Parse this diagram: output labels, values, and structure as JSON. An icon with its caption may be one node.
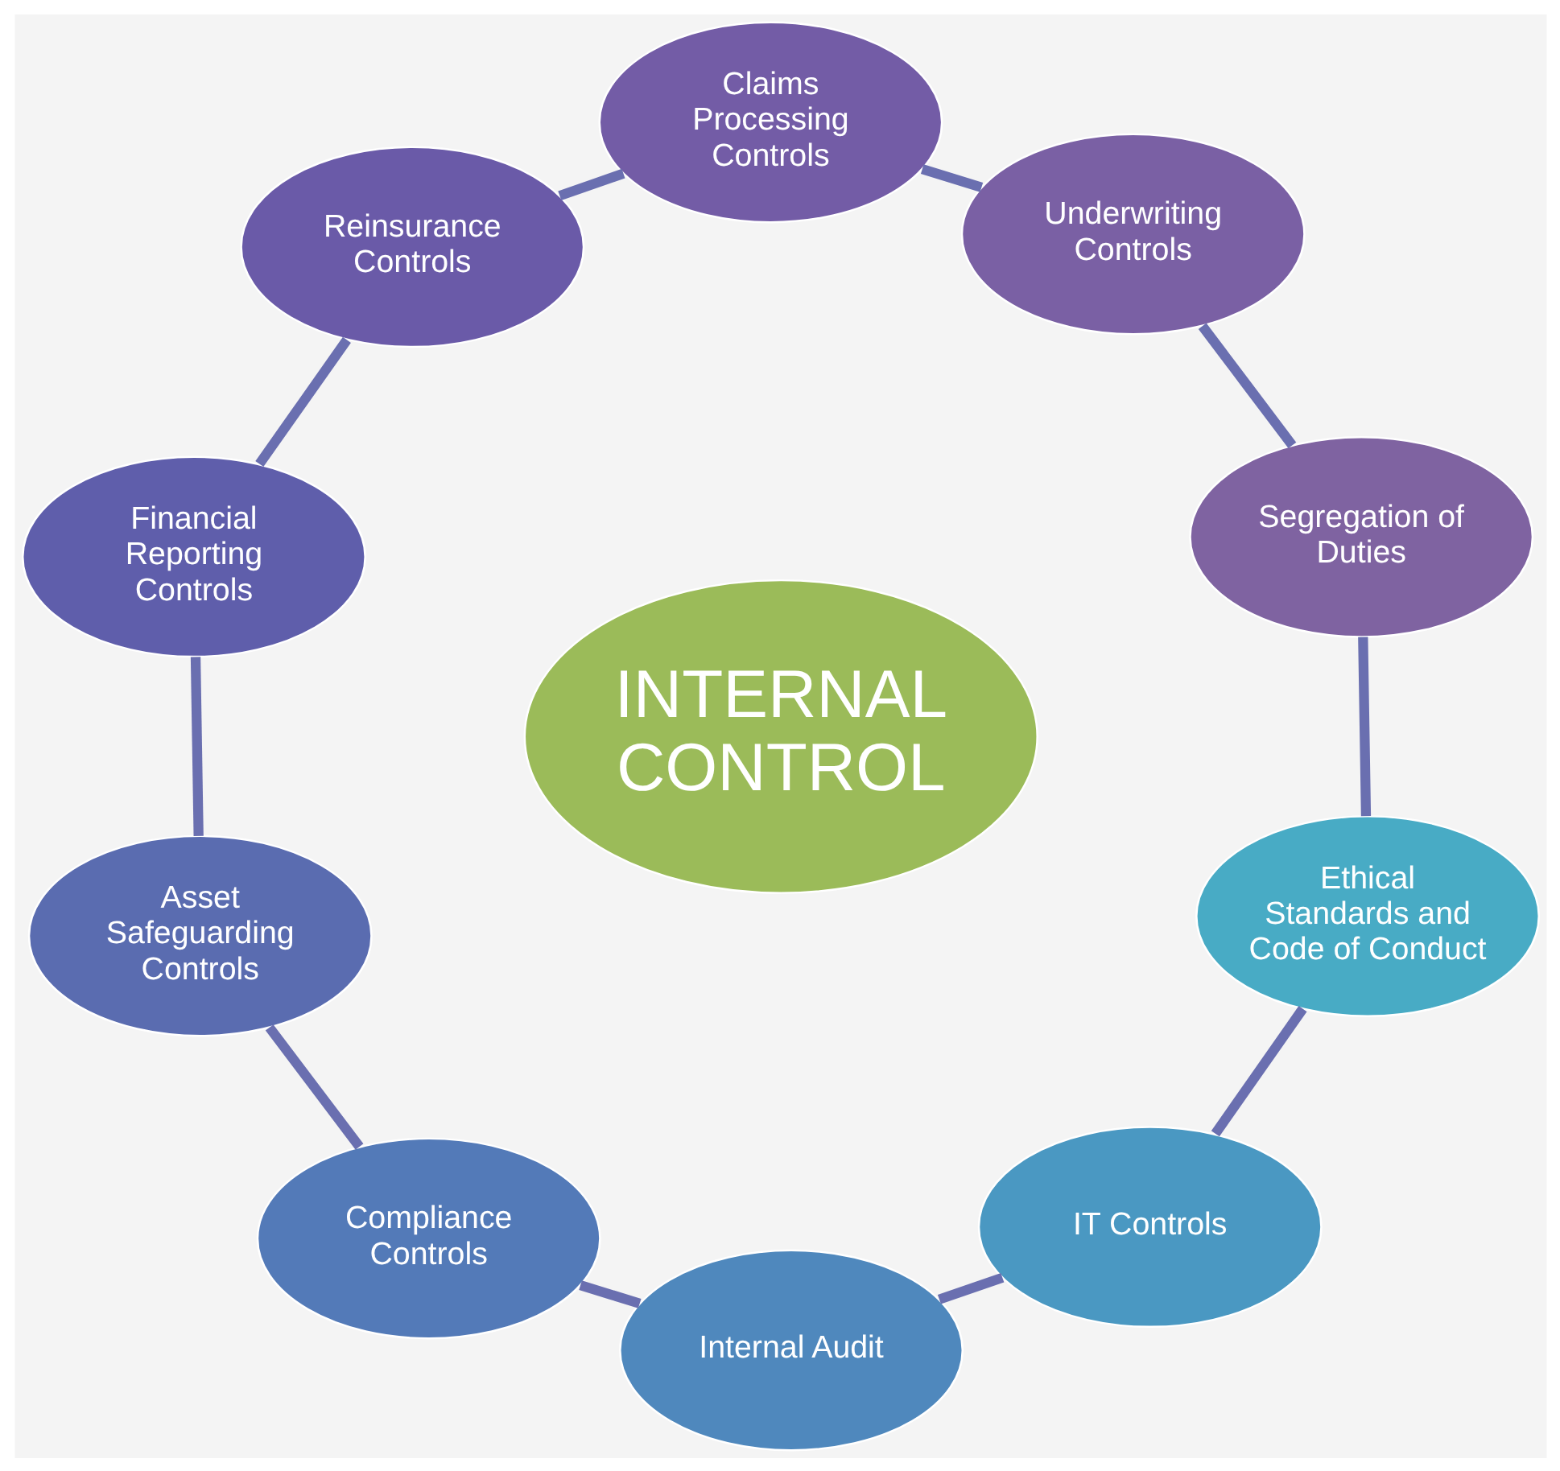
{
  "diagram": {
    "nodes": [
      {
        "text": [
          "INTERNAL CONTROL"
        ]
      },
      {
        "text": [
          "Segregation of Duties"
        ]
      },
      {
        "text": [
          "Underwriting Controls"
        ]
      },
      {
        "text": [
          "Claims Processing Controls"
        ]
      },
      {
        "text": [
          "Reinsurance Controls"
        ]
      },
      {
        "text": [
          "Financial Reporting Controls"
        ]
      },
      {
        "text": [
          "Asset Safeguarding Controls"
        ]
      },
      {
        "text": [
          "Compliance Controls"
        ]
      },
      {
        "text": [
          "Internal Audit"
        ]
      },
      {
        "text": [
          "IT Controls"
        ]
      },
      {
        "text": [
          "Ethical Standards and Code of Conduct"
        ]
      }
    ],
    "edges": [
      {
        "from": 1,
        "to": 2,
        "arrow": "none"
      },
      {
        "from": 2,
        "to": 3,
        "arrow": "none"
      },
      {
        "from": 3,
        "to": 4,
        "arrow": "none"
      },
      {
        "from": 4,
        "to": 5,
        "arrow": "none"
      },
      {
        "from": 5,
        "to": 6,
        "arrow": "none"
      },
      {
        "from": 6,
        "to": 7,
        "arrow": "none"
      },
      {
        "from": 7,
        "to": 8,
        "arrow": "none"
      },
      {
        "from": 8,
        "to": 9,
        "arrow": "none"
      },
      {
        "from": 9,
        "to": 10,
        "arrow": "none"
      },
      {
        "from": 10,
        "to": 1,
        "arrow": "none"
      }
    ]
  }
}
